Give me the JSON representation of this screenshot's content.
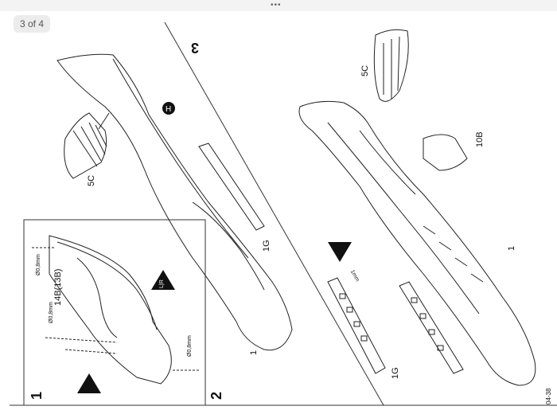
{
  "viewer": {
    "page_counter": "3 of 4",
    "handle": "•••"
  },
  "instructions": {
    "step_1": "1",
    "step_2": "2",
    "step_3": "3",
    "part_H": "H",
    "part_5C_left": "5C",
    "part_5C_right": "5C",
    "part_1G_mid": "1G",
    "part_1G_right": "1G",
    "part_10B": "10B",
    "part_14B": "14B(13B)",
    "part_1_mid": "1",
    "part_1_right": "1",
    "drill_a": "Ø0,8mm",
    "drill_b": "Ø0,8mm",
    "drill_c": "Ø0,8mm",
    "dim_1mm": "1mm",
    "lr_mark": "L|R",
    "sheet_code": "04-38"
  }
}
